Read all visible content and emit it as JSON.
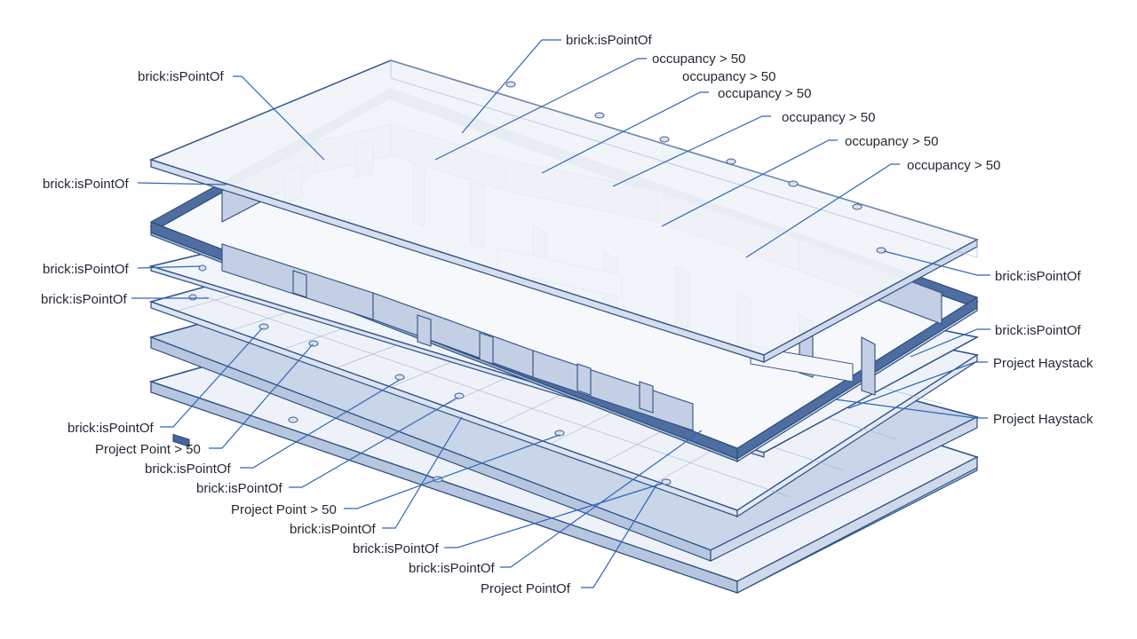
{
  "labels": {
    "top_center": "brick:isPointOf",
    "left_top": "brick:isPointOf",
    "occ_1": "occupancy > 50",
    "occ_2": "occupancy > 50",
    "occ_3": "occupancy > 50",
    "occ_4": "occupancy > 50",
    "occ_5": "occupancy > 50",
    "occ_6": "occupancy > 50",
    "left_mid": "brick:isPointOf",
    "left_low1": "brick:isPointOf",
    "left_low2": "brick:isPointOf",
    "right_1": "brick:isPointOf",
    "right_2": "brick:isPointOf",
    "right_haystack_1": "Project Haystack",
    "right_haystack_2": "Project Haystack",
    "bottom_1": "brick:isPointOf",
    "bottom_2": "Project Point > 50",
    "bottom_3": "brick:isPointOf",
    "bottom_4": "brick:isPointOf",
    "bottom_5": "Project Point > 50",
    "bottom_6": "brick:isPointOf",
    "bottom_7": "brick:isPointOf",
    "bottom_8": "brick:isPointOf",
    "bottom_9": "Project PointOf"
  },
  "colors": {
    "outline": "#2c4f86",
    "leader": "#2f66b8",
    "wall_dark": "#4e6da1",
    "slab": "#eef2f8"
  }
}
